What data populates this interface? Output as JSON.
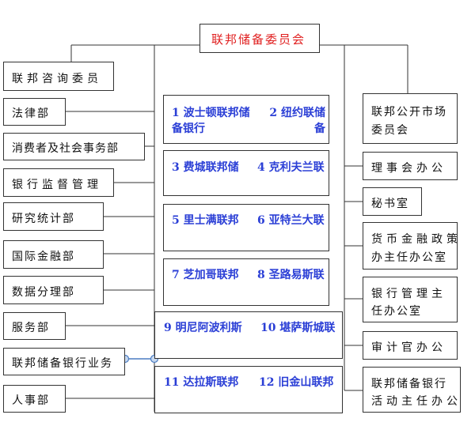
{
  "title": "联邦储备委员会",
  "left_units": [
    "联邦咨询委员",
    "法律部",
    "消费者及社会事务部",
    "银行监督管理",
    "研究统计部",
    "国际金融部",
    "数据分理部",
    "服务部",
    "联邦储备银行业务",
    "人事部"
  ],
  "federal_reserve_banks": [
    {
      "num": "1",
      "name": "波士顿联邦储备银行"
    },
    {
      "num": "2",
      "name": "纽约联储备"
    },
    {
      "num": "3",
      "name": "费城联邦储"
    },
    {
      "num": "4",
      "name": "克利夫兰联"
    },
    {
      "num": "5",
      "name": "里士满联邦"
    },
    {
      "num": "6",
      "name": "亚特兰大联"
    },
    {
      "num": "7",
      "name": "芝加哥联邦"
    },
    {
      "num": "8",
      "name": "圣路易斯联"
    },
    {
      "num": "9",
      "name": "明尼阿波利斯"
    },
    {
      "num": "10",
      "name": "堪萨斯城联"
    },
    {
      "num": "11",
      "name": "达拉斯联邦"
    },
    {
      "num": "12",
      "name": "旧金山联邦"
    }
  ],
  "right_units": [
    {
      "line1": "联邦公开市场",
      "line2": "委员会"
    },
    {
      "line1": "理事会办公",
      "line2": ""
    },
    {
      "line1": "秘书室",
      "line2": ""
    },
    {
      "line1": "货币金融政策",
      "line2": "办主任办公室"
    },
    {
      "line1": "银行管理主",
      "line2": "任办公室"
    },
    {
      "line1": "审计官办公",
      "line2": ""
    },
    {
      "line1": "联邦储备银行",
      "line2": "活动主任办公"
    }
  ]
}
